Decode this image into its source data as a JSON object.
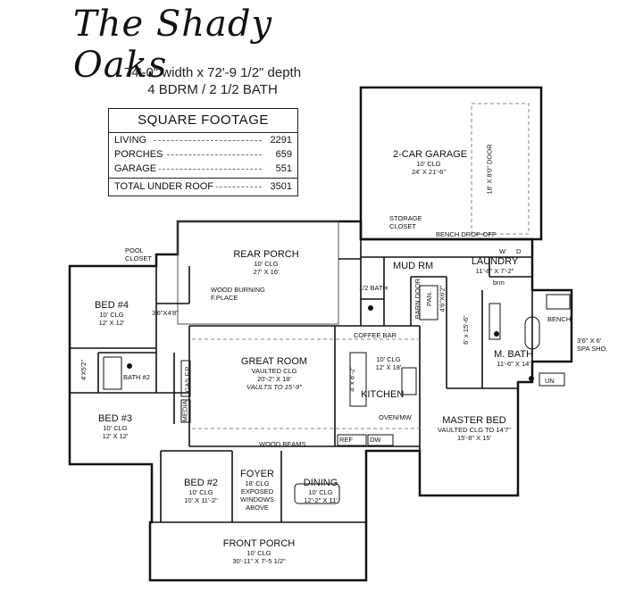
{
  "title": "The Shady Oaks",
  "dimensions": "74'-0\" width x 72'-9 1/2\" depth",
  "bedbath": "4 BDRM / 2 1/2 BATH",
  "square_footage": {
    "heading": "SQUARE FOOTAGE",
    "rows": [
      {
        "label": "LIVING",
        "value": "2291"
      },
      {
        "label": "PORCHES",
        "value": "659"
      },
      {
        "label": "GARAGE",
        "value": "551"
      }
    ],
    "total_label": "TOTAL UNDER ROOF",
    "total_value": "3501"
  },
  "rooms": {
    "garage": {
      "name": "2-CAR GARAGE",
      "l1": "10' CLG",
      "l2": "24' X 21'-6\""
    },
    "garage_door": "18' X 8'0\" DOOR",
    "rear_porch": {
      "name": "REAR PORCH",
      "l1": "10' CLG",
      "l2": "27' X 16'"
    },
    "storage": {
      "l1": "STORAGE",
      "l2": "CLOSET"
    },
    "bench_drop": "BENCH DROP-OFF",
    "mud_rm": "MUD RM",
    "laundry": {
      "name": "LAUNDRY",
      "l1": "11'-8\" X 7'-2\""
    },
    "w": "W",
    "d": "D",
    "brm": "brm",
    "pool_closet": {
      "l1": "POOL",
      "l2": "CLOSET"
    },
    "wood_burning": {
      "l1": "WOOD BURNING",
      "l2": "F.PLACE"
    },
    "half_bath": "1/2 BATH",
    "barn_door": "BARN DOOR",
    "pan": "PAN.",
    "pan_dim": "4'6\"X6'2\"",
    "six_by": "6' x 15'-6\"",
    "bench": "BENCH",
    "bed4": {
      "name": "BED #4",
      "l1": "10' CLG",
      "l2": "12' X 12'"
    },
    "closet_3x4": "3'6\"X4'8\"",
    "coffee_bar": "COFFEE BAR",
    "great_room": {
      "name": "GREAT ROOM",
      "l1": "VAULTED CLG",
      "l2": "20'-2\" X 18'",
      "l3": "VAULTS TO 15'-9\""
    },
    "bath2": "BATH #2",
    "closet_4x5": "4'X5'2\"",
    "kitchen": {
      "name": "KITCHEN",
      "l1": "10' CLG",
      "l2": "12' X 18'"
    },
    "island": "4' x 8'-2\"",
    "m_bath": {
      "name": "M. BATH",
      "l1": "11'-6\" X 14'"
    },
    "spa": {
      "l1": "3'6\" X 6'",
      "l2": "SPA SHO."
    },
    "un": "UN",
    "oven": "OVEN/MW",
    "gas_fp": "GAS F.P.",
    "media": "MEDIA",
    "bed3": {
      "name": "BED #3",
      "l1": "10' CLG",
      "l2": "12' X 12'"
    },
    "master_bed": {
      "name": "MASTER BED",
      "l1": "VAULTED CLG TO 14'7\"",
      "l2": "15'-8\" X 15'"
    },
    "ref": "REF",
    "dw": "DW",
    "wood_beams": "WOOD BEAMS",
    "bed2": {
      "name": "BED #2",
      "l1": "10' CLG",
      "l2": "10' X 11'-2\""
    },
    "foyer": {
      "name": "FOYER",
      "l1": "18' CLG",
      "l2": "EXPOSED",
      "l3": "WINDOWS",
      "l4": "ABOVE"
    },
    "dining": {
      "name": "DINING",
      "l1": "10' CLG",
      "l2": "12'-2\" X 11'"
    },
    "front_porch": {
      "name": "FRONT PORCH",
      "l1": "10' CLG",
      "l2": "30'-11\" X 7'-5 1/2\""
    }
  }
}
